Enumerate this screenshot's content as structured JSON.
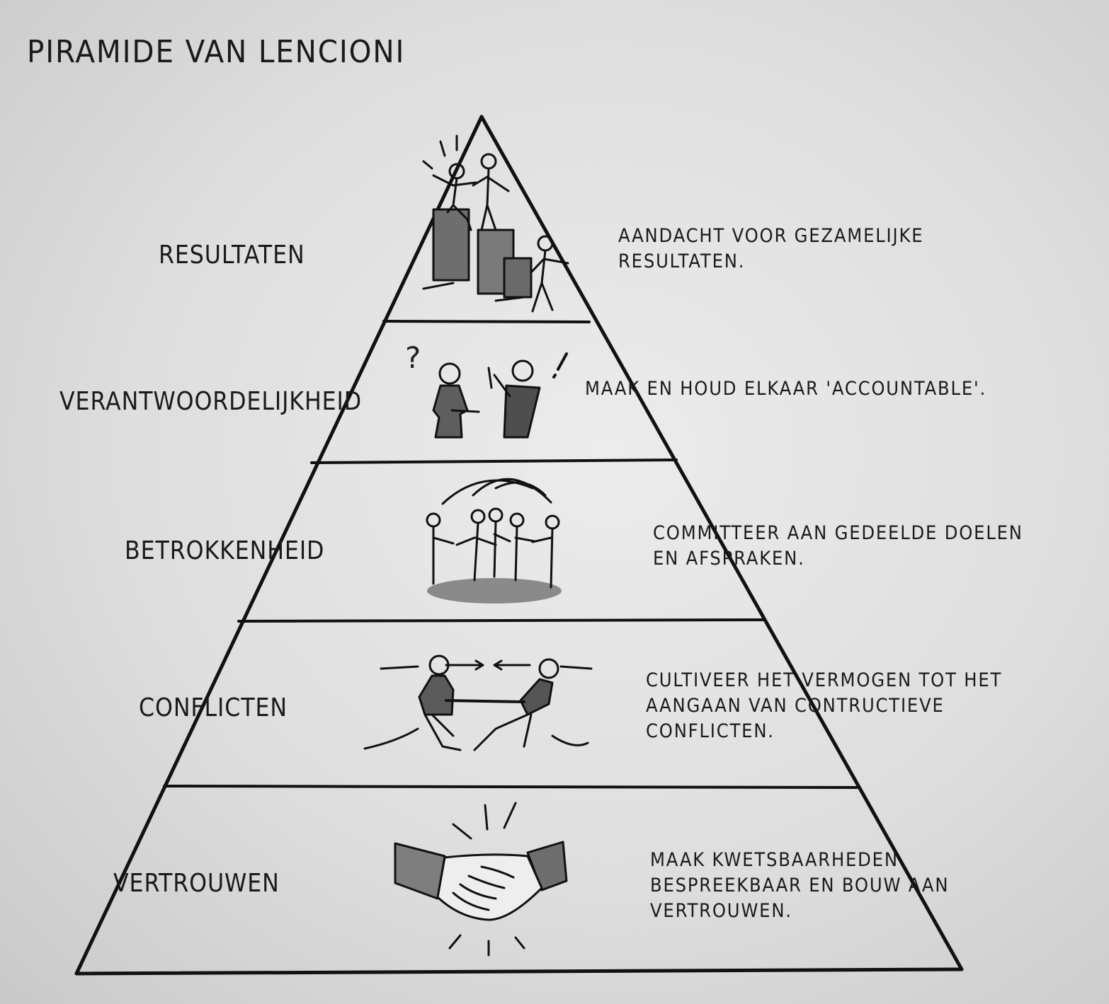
{
  "title": "PIRAMIDE VAN LENCIONI",
  "levels": [
    {
      "label": "RESULTATEN",
      "description": [
        "AANDACHT VOOR GEZAMELIJKE",
        "RESULTATEN."
      ],
      "icon": "team-on-podium-icon"
    },
    {
      "label": "VERANTWOORDELIJKHEID",
      "description": [
        "MAAK EN HOUD ELKAAR 'ACCOUNTABLE'."
      ],
      "icon": "two-people-question-exclamation-icon"
    },
    {
      "label": "BETROKKENHEID",
      "description": [
        "COMMITTEER AAN GEDEELDE DOELEN",
        "EN AFSPRAKEN."
      ],
      "icon": "people-circle-holding-hands-icon"
    },
    {
      "label": "CONFLICTEN",
      "description": [
        "CULTIVEER HET VERMOGEN TOT HET",
        "AANGAAN VAN CONTRUCTIEVE",
        "CONFLICTEN."
      ],
      "icon": "tug-of-war-icon"
    },
    {
      "label": "VERTROUWEN",
      "description": [
        "MAAK KWETSBAARHEDEN",
        "BESPREEKBAAR EN BOUW AAN",
        "VERTROUWEN."
      ],
      "icon": "handshake-icon"
    }
  ]
}
